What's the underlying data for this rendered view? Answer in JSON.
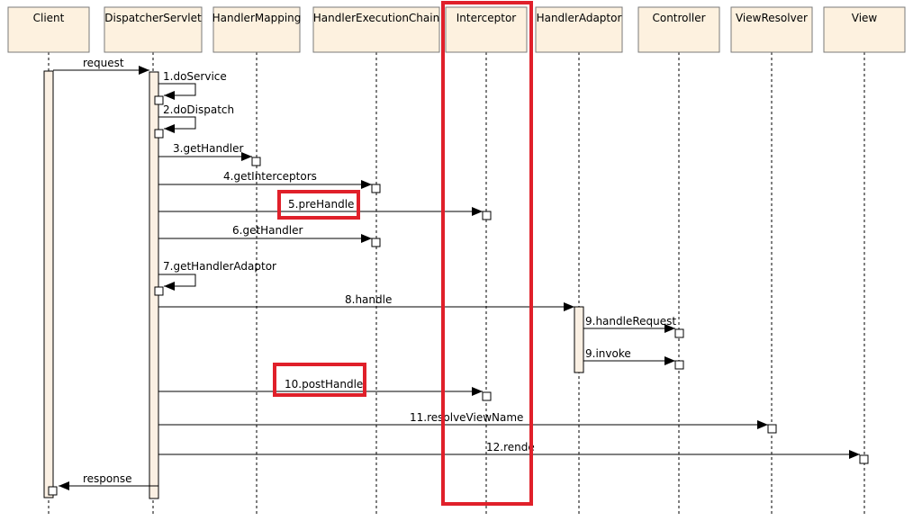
{
  "participants": [
    {
      "id": "client",
      "label": "Client"
    },
    {
      "id": "dispatcher",
      "label": "DispatcherServlet"
    },
    {
      "id": "mapping",
      "label": "HandlerMapping"
    },
    {
      "id": "chain",
      "label": "HandlerExecutionChain"
    },
    {
      "id": "interceptor",
      "label": "Interceptor"
    },
    {
      "id": "adaptor",
      "label": "HandlerAdaptor"
    },
    {
      "id": "controller",
      "label": "Controller"
    },
    {
      "id": "resolver",
      "label": "ViewResolver"
    },
    {
      "id": "view",
      "label": "View"
    }
  ],
  "messages": [
    {
      "id": "request",
      "label": "request",
      "from": "client",
      "to": "dispatcher"
    },
    {
      "id": "m1",
      "label": "1.doService",
      "from": "dispatcher",
      "to": "dispatcher",
      "self": true
    },
    {
      "id": "m2",
      "label": "2.doDispatch",
      "from": "dispatcher",
      "to": "dispatcher",
      "self": true
    },
    {
      "id": "m3",
      "label": "3.getHandler",
      "from": "dispatcher",
      "to": "mapping"
    },
    {
      "id": "m4",
      "label": "4.getInterceptors",
      "from": "dispatcher",
      "to": "chain"
    },
    {
      "id": "m5",
      "label": "5.preHandle",
      "from": "dispatcher",
      "to": "interceptor",
      "highlight": true
    },
    {
      "id": "m6",
      "label": "6.getHandler",
      "from": "dispatcher",
      "to": "chain"
    },
    {
      "id": "m7",
      "label": "7.getHandlerAdaptor",
      "from": "dispatcher",
      "to": "dispatcher",
      "self": true
    },
    {
      "id": "m8",
      "label": "8.handle",
      "from": "dispatcher",
      "to": "adaptor"
    },
    {
      "id": "m9a",
      "label": "9.handleRequest",
      "from": "adaptor",
      "to": "controller"
    },
    {
      "id": "m9b",
      "label": "9.invoke",
      "from": "adaptor",
      "to": "controller"
    },
    {
      "id": "m10",
      "label": "10.postHandle",
      "from": "dispatcher",
      "to": "interceptor",
      "highlight": true
    },
    {
      "id": "m11",
      "label": "11.resolveViewName",
      "from": "dispatcher",
      "to": "resolver"
    },
    {
      "id": "m12",
      "label": "12.rende",
      "from": "dispatcher",
      "to": "view"
    },
    {
      "id": "response",
      "label": "response",
      "from": "dispatcher",
      "to": "client"
    }
  ],
  "colors": {
    "participant_fill": "#fdf1df",
    "activation_fill": "#fbf0e3",
    "highlight": "#e0202a",
    "line": "#000000"
  }
}
